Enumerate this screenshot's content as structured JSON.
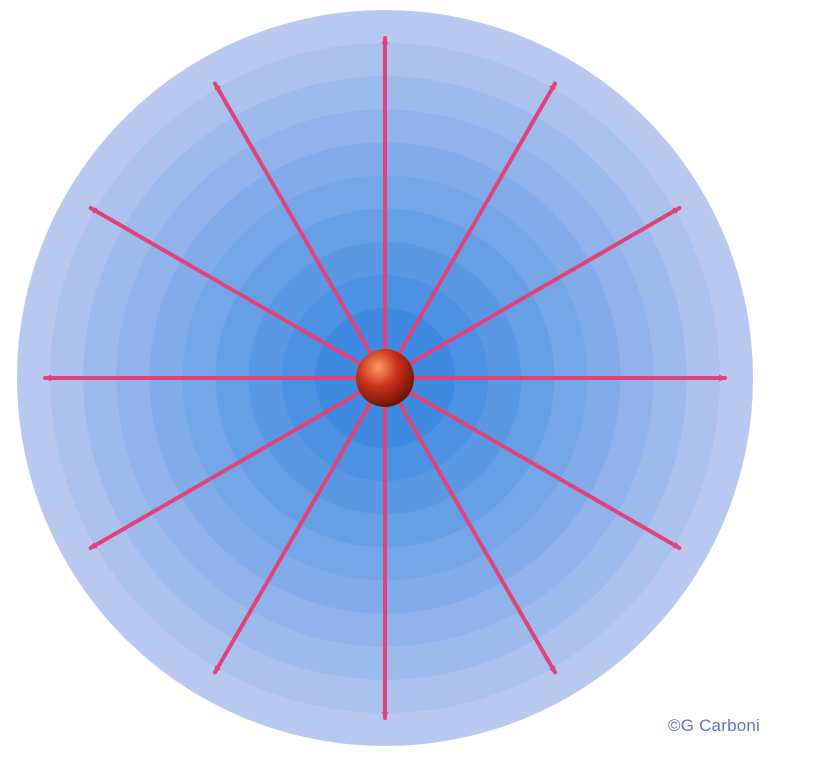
{
  "diagram": {
    "description_free": true,
    "ring_count": 10,
    "ray_count": 12,
    "colors": {
      "background": "#ffffff",
      "outer_ring": "#b8c8f0",
      "inner_ring": "#3f8ae0",
      "arrow": "#e0437a",
      "charge_light": "#ff9a66",
      "charge_mid": "#c8321a",
      "charge_dark": "#5e0e04"
    }
  },
  "credit": {
    "text": "©G Carboni",
    "color": "#5f74c4"
  }
}
